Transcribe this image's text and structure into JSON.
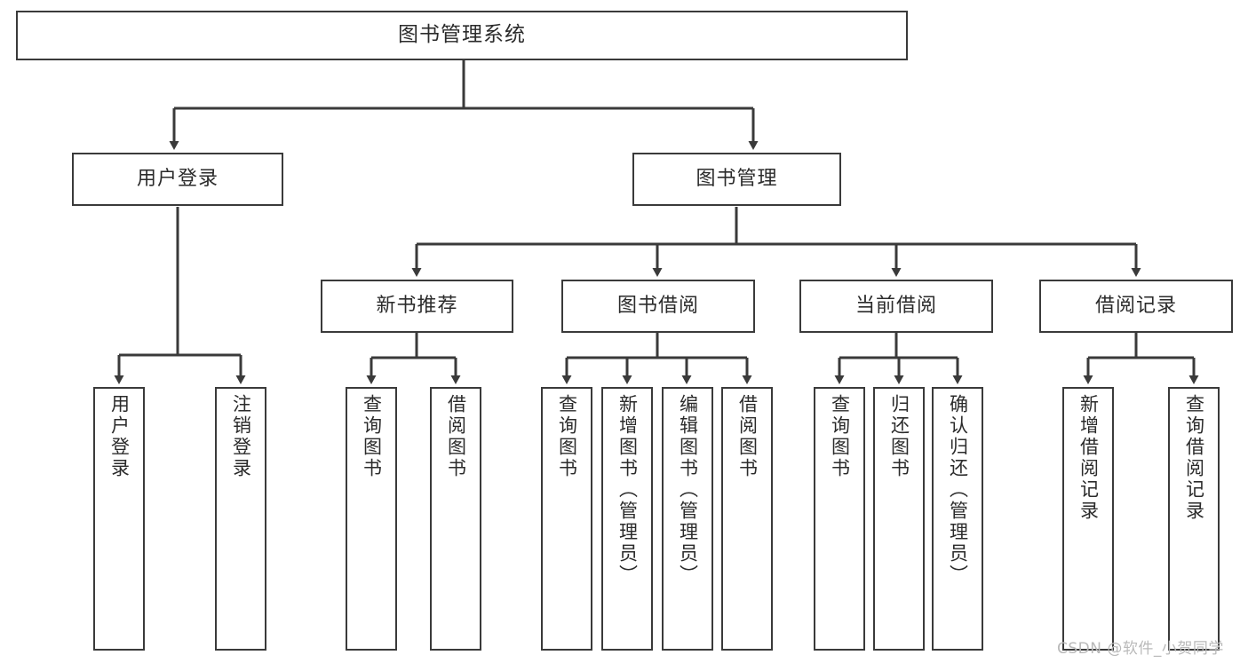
{
  "diagram": {
    "title": "图书管理系统",
    "type": "tree-hierarchy-chart",
    "background_color": "#ffffff",
    "line_color": "#3a3a3a",
    "box_border_color": "#3a3a3a",
    "text_color": "#2b2b2b"
  },
  "nodes": {
    "root": {
      "label": "图书管理系统"
    },
    "level2": [
      {
        "label": "用户登录"
      },
      {
        "label": "图书管理"
      }
    ],
    "level3": [
      {
        "label": "新书推荐"
      },
      {
        "label": "图书借阅"
      },
      {
        "label": "当前借阅"
      },
      {
        "label": "借阅记录"
      }
    ],
    "leaves": {
      "user_login": [
        {
          "label": "用户登录"
        },
        {
          "label": "注销登录"
        }
      ],
      "new_book_recommend": [
        {
          "label": "查询图书"
        },
        {
          "label": "借阅图书"
        }
      ],
      "book_borrow": [
        {
          "label": "查询图书"
        },
        {
          "label": "新增图书（管理员）"
        },
        {
          "label": "编辑图书（管理员）"
        },
        {
          "label": "借阅图书"
        }
      ],
      "current_borrow": [
        {
          "label": "查询图书"
        },
        {
          "label": "归还图书"
        },
        {
          "label": "确认归还（管理员）"
        }
      ],
      "borrow_record": [
        {
          "label": "新增借阅记录"
        },
        {
          "label": "查询借阅记录"
        }
      ]
    }
  },
  "watermark": {
    "text": "CSDN @软件_小贺同学"
  }
}
